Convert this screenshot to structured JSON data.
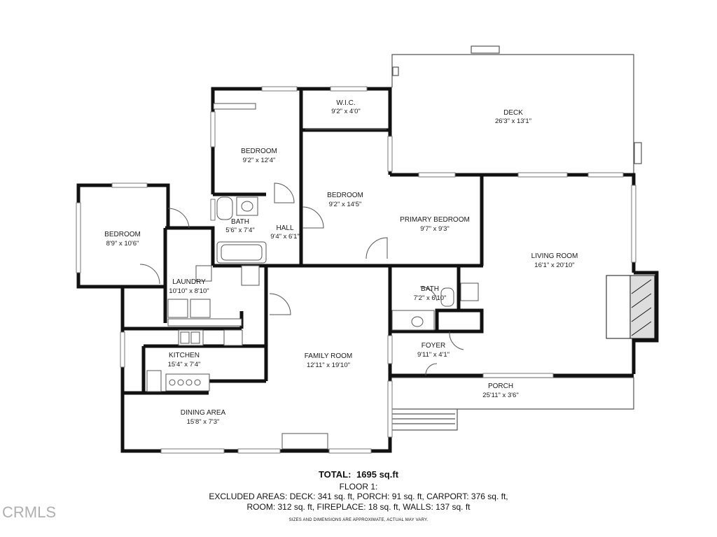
{
  "rooms": {
    "wic": {
      "name": "W.I.C.",
      "dim": "9'2\" x 4'0\""
    },
    "deck": {
      "name": "DECK",
      "dim": "26'3\" x 13'1\""
    },
    "bedroom_top": {
      "name": "BEDROOM",
      "dim": "9'2\" x 12'4\""
    },
    "bedroom_mid": {
      "name": "BEDROOM",
      "dim": "9'2\" x 14'5\""
    },
    "bedroom_left": {
      "name": "BEDROOM",
      "dim": "8'9\" x 10'6\""
    },
    "bath_left": {
      "name": "BATH",
      "dim": "5'6\" x 7'4\""
    },
    "hall": {
      "name": "HALL",
      "dim": "9'4\" x 6'1\""
    },
    "primary_bedroom": {
      "name": "PRIMARY BEDROOM",
      "dim": "9'7\" x 9'3\""
    },
    "living_room": {
      "name": "LIVING ROOM",
      "dim": "16'1\" x 20'10\""
    },
    "laundry": {
      "name": "LAUNDRY",
      "dim": "10'10\" x 8'10\""
    },
    "bath_right": {
      "name": "BATH",
      "dim": "7'2\" x 6'10\""
    },
    "kitchen": {
      "name": "KITCHEN",
      "dim": "15'4\" x 7'4\""
    },
    "family_room": {
      "name": "FAMILY ROOM",
      "dim": "12'11\" x 19'10\""
    },
    "foyer": {
      "name": "FOYER",
      "dim": "9'11\" x 4'1\""
    },
    "porch": {
      "name": "PORCH",
      "dim": "25'11\" x 3'6\""
    },
    "dining_area": {
      "name": "DINING AREA",
      "dim": "15'8\" x 7'3\""
    }
  },
  "summary": {
    "total_label": "TOTAL:",
    "total_value": "1695 sq.ft",
    "floor": "FLOOR 1:",
    "excluded_line1": "EXCLUDED AREAS: DECK: 341 sq. ft, PORCH: 91 sq. ft, CARPORT: 376 sq. ft,",
    "excluded_line2": "ROOM: 312 sq. ft, FIREPLACE: 18 sq. ft, WALLS: 137 sq. ft",
    "disclaimer": "SIZES AND DIMENSIONS ARE APPROXIMATE, ACTUAL MAY VARY."
  },
  "watermark": "CRMLS",
  "colors": {
    "wall": "#111111",
    "thin": "#555555",
    "window": "#777777"
  }
}
